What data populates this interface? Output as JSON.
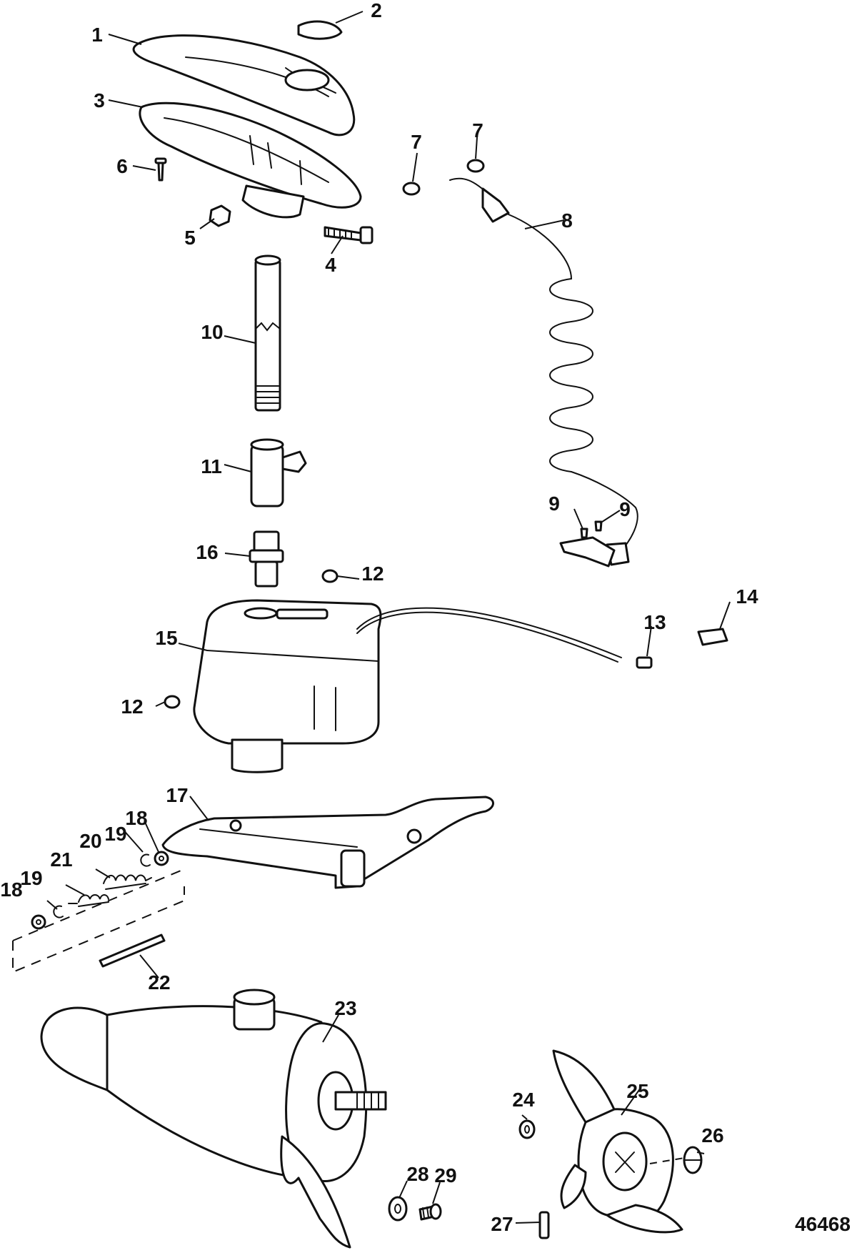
{
  "figure_id": "46468",
  "callouts": {
    "c1": "1",
    "c2": "2",
    "c3": "3",
    "c4": "4",
    "c5": "5",
    "c6": "6",
    "c7a": "7",
    "c7b": "7",
    "c8": "8",
    "c9a": "9",
    "c9b": "9",
    "c10": "10",
    "c11": "11",
    "c12a": "12",
    "c12b": "12",
    "c13": "13",
    "c14": "14",
    "c15": "15",
    "c16": "16",
    "c17": "17",
    "c18a": "18",
    "c18b": "18",
    "c19a": "19",
    "c19b": "19",
    "c20": "20",
    "c21": "21",
    "c22": "22",
    "c23": "23",
    "c24": "24",
    "c25": "25",
    "c26": "26",
    "c27": "27",
    "c28": "28",
    "c29": "29"
  }
}
